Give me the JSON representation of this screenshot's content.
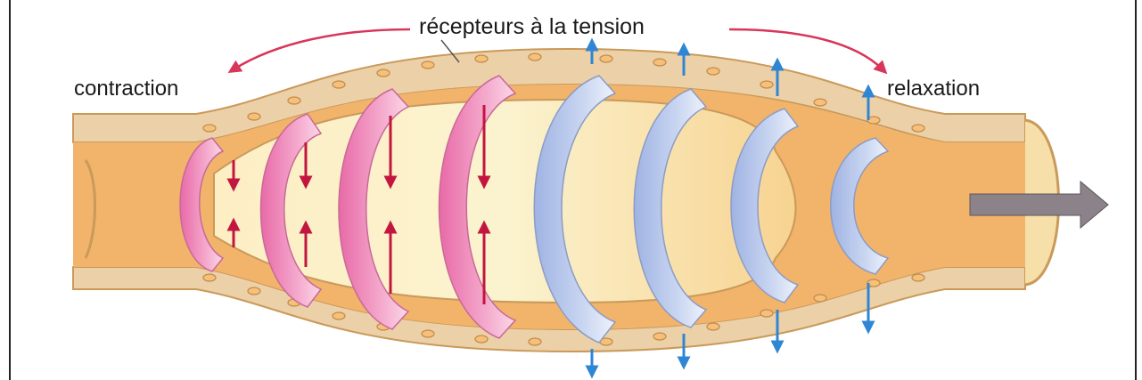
{
  "labels": {
    "title": "récepteurs à la tension",
    "contraction": "contraction",
    "relaxation": "relaxation"
  },
  "colors": {
    "background": "#ffffff",
    "tube_wall": "#e8c79c",
    "lumen": "#f2b36b",
    "bolus": "#fbe9b4",
    "cell_outline": "#c99a5a",
    "contracting_muscle": "#ef86b8",
    "relaxing_muscle": "#b8c9ec",
    "inward_arrow": "#c2163e",
    "outward_arrow": "#2f86d4",
    "curved_arrow": "#d8365a",
    "flow_arrow": "#8c8289"
  },
  "icons": {
    "flow": "right-arrow-icon",
    "cells": "cell-dots"
  }
}
